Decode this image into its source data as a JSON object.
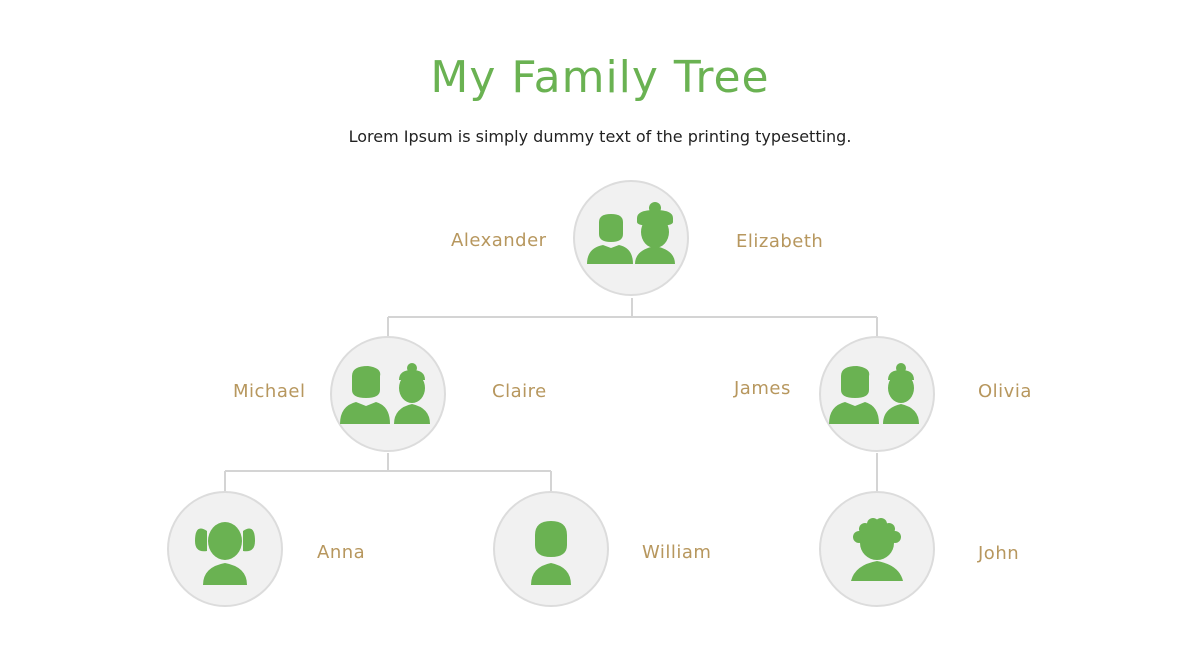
{
  "title": "My Family Tree",
  "subtitle": "Lorem Ipsum is simply dummy text of the printing typesetting.",
  "colors": {
    "accent": "#6ab252",
    "name": "#b7975e",
    "line": "#d4d4d4",
    "circle_bg": "#f1f1f1"
  },
  "generations": {
    "grandparents": {
      "left": "Alexander",
      "right": "Elizabeth",
      "icon": "couple-icon"
    },
    "parents_left": {
      "left": "Michael",
      "right": "Claire",
      "icon": "couple-icon"
    },
    "parents_right": {
      "left": "James",
      "right": "Olivia",
      "icon": "couple-icon"
    },
    "child_anna": {
      "name": "Anna",
      "icon": "girl-icon"
    },
    "child_william": {
      "name": "William",
      "icon": "boy-icon"
    },
    "child_john": {
      "name": "John",
      "icon": "curly-boy-icon"
    }
  }
}
